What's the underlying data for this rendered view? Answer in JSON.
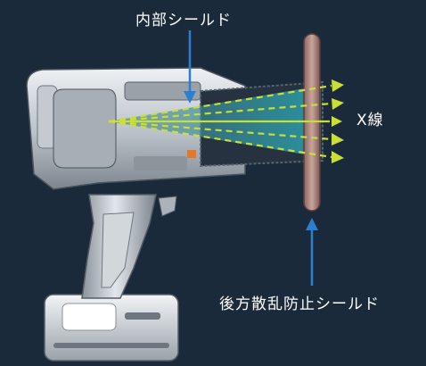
{
  "labels": {
    "internal_shield": "内部シールド",
    "xray": "X線",
    "backscatter_shield": "後方散乱防止シールド"
  },
  "colors": {
    "background": "#1b2a3a",
    "pointer_arrow": "#2a7fd0",
    "xray_beam": "#c8e034",
    "beam_cone": "#2aa3b0",
    "device_body": "#d8dde2",
    "shield_plate": "#b88a80"
  },
  "icons": [
    "handheld-xray-device-illustration",
    "arrow-down-icon",
    "arrow-up-icon",
    "arrow-right-icon"
  ]
}
